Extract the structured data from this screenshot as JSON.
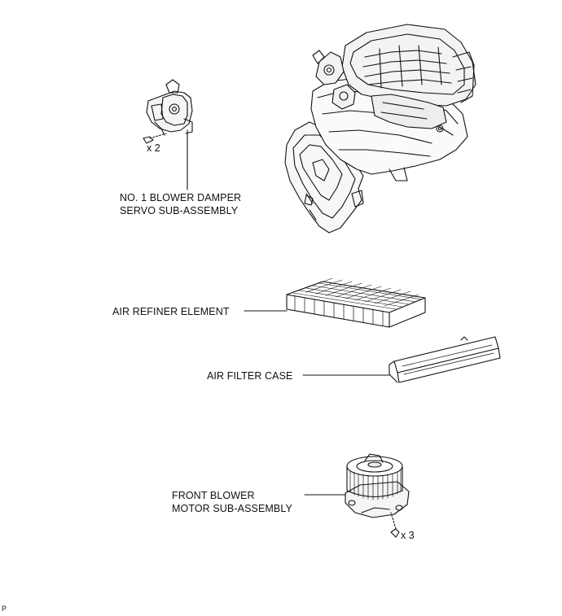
{
  "labels": {
    "damper_servo": [
      "NO. 1 BLOWER DAMPER",
      "SERVO SUB-ASSEMBLY"
    ],
    "air_refiner": "AIR REFINER ELEMENT",
    "air_filter_case": "AIR FILTER CASE",
    "blower_motor": [
      "FRONT BLOWER",
      "MOTOR SUB-ASSEMBLY"
    ]
  },
  "counts": {
    "servo_screws": "x 2",
    "motor_screws": "x 3"
  },
  "corner_mark": "P"
}
